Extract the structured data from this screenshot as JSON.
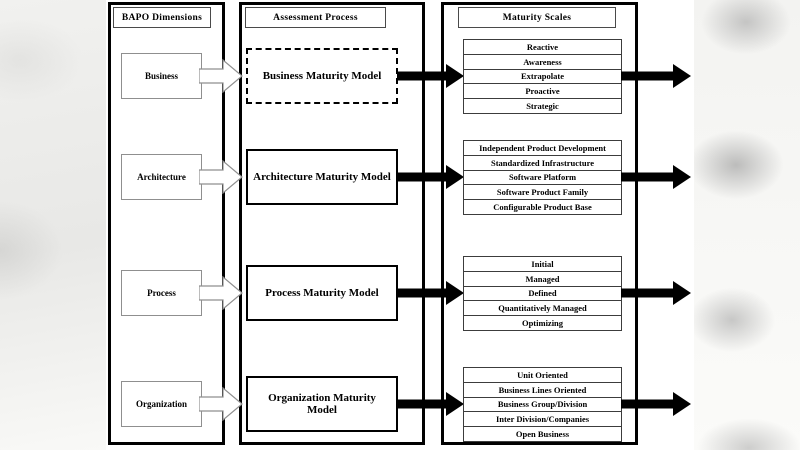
{
  "columns": {
    "left": {
      "header": "BAPO Dimensions"
    },
    "middle": {
      "header": "Assessment Process"
    },
    "right": {
      "header": "Maturity Scales"
    }
  },
  "groups": [
    {
      "dimension": "Business",
      "model": "Business Maturity Model",
      "scales": [
        "Reactive",
        "Awareness",
        "Extrapolate",
        "Proactive",
        "Strategic"
      ]
    },
    {
      "dimension": "Architecture",
      "model": "Architecture Maturity Model",
      "scales": [
        "Independent Product Development",
        "Standardized Infrastructure",
        "Software Platform",
        "Software Product Family",
        "Configurable Product Base"
      ]
    },
    {
      "dimension": "Process",
      "model": "Process Maturity Model",
      "scales": [
        "Initial",
        "Managed",
        "Defined",
        "Quantitatively Managed",
        "Optimizing"
      ]
    },
    {
      "dimension": "Organization",
      "model": "Organization Maturity Model",
      "scales": [
        "Unit Oriented",
        "Business Lines Oriented",
        "Business Group/Division",
        "Inter Division/Companies",
        "Open Business"
      ]
    }
  ],
  "colors": {
    "arrow": "#000000",
    "dimension_box_border": "#8f8f8f",
    "container_border": "#000000",
    "background": "#ffffff",
    "letterbox_gray": "#e8e8e6"
  }
}
